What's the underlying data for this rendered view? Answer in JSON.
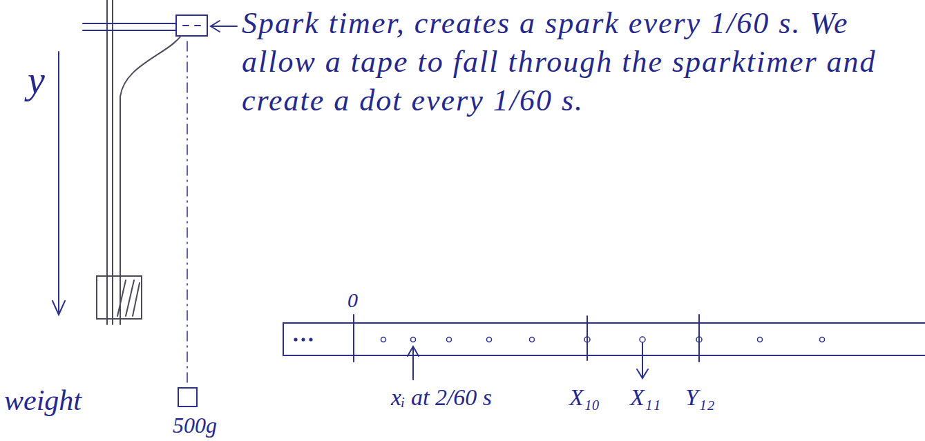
{
  "diagram": {
    "labels": [
      "y",
      "Spark timer, creates a spark every 1/60 s. We allow a tape to fall through the sparktimer and create a dot every 1/60 s.",
      "0",
      "xᵢ at 2/60 s",
      "X₁₀",
      "X₁₁",
      "Y₁₂",
      "weight",
      "500g"
    ]
  }
}
